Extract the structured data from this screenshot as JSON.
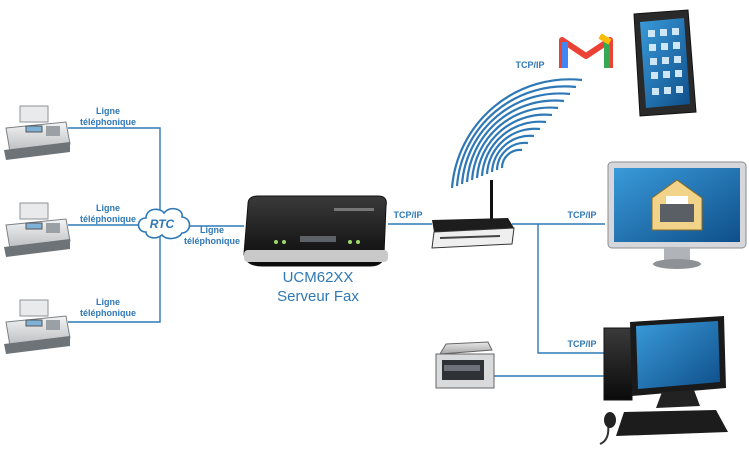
{
  "diagram": {
    "fax_link_labels": [
      {
        "line1": "Ligne",
        "line2": "téléphonique"
      },
      {
        "line1": "Ligne",
        "line2": "téléphonique"
      },
      {
        "line1": "Ligne",
        "line2": "téléphonique"
      }
    ],
    "rtc_label": "RTC",
    "server_link_label": {
      "line1": "Ligne",
      "line2": "téléphonique"
    },
    "server": {
      "model": "UCM62XX",
      "role": "Serveur Fax"
    },
    "tcp_labels": {
      "server_router": "TCP/IP",
      "wireless": "TCP/IP",
      "monitor": "TCP/IP",
      "desktop": "TCP/IP"
    },
    "colors": {
      "line": "#2f78b6",
      "label": "#2f78b6",
      "cloud_fill": "#ffffff",
      "cloud_stroke": "#2f78b6"
    },
    "icons": [
      "fax-machine-icon",
      "rtc-cloud-icon",
      "ucm-server-icon",
      "router-icon",
      "wifi-waves-icon",
      "gmail-icon",
      "tablet-icon",
      "monitor-fax-icon",
      "scanner-icon",
      "desktop-pc-icon"
    ]
  }
}
